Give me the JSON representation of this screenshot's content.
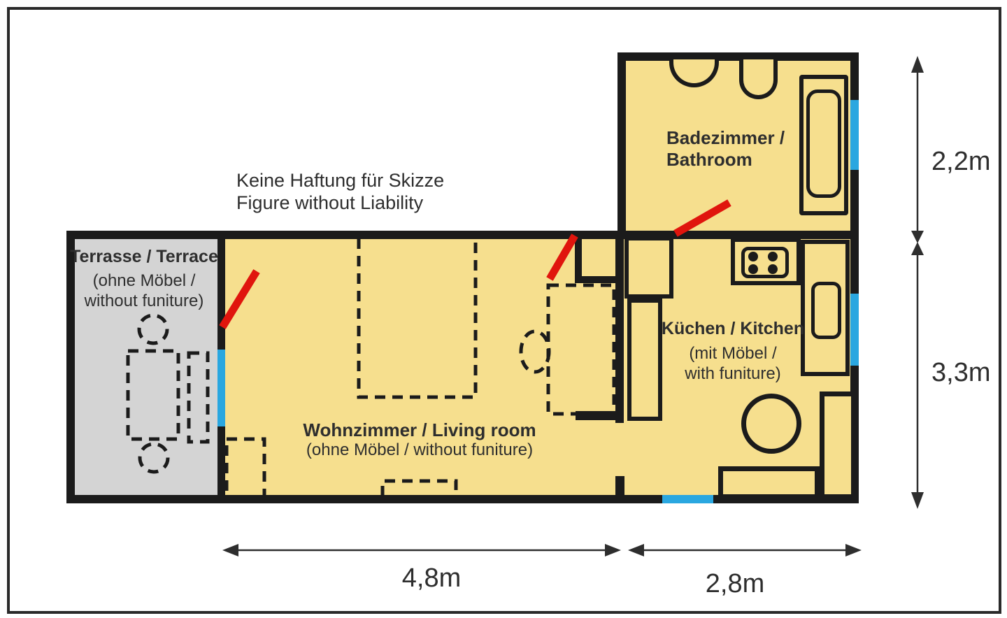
{
  "title": "Apartment floor plan sketch",
  "disclaimer": {
    "line1": "Keine Haftung für Skizze",
    "line2": "Figure without Liability"
  },
  "rooms": {
    "terrace": {
      "title": "Terrasse / Terrace",
      "subtitle1": "(ohne Möbel /",
      "subtitle2": "without funiture)"
    },
    "bathroom": {
      "title_line1": "Badezimmer /",
      "title_line2": "Bathroom"
    },
    "kitchen": {
      "title": "Küchen / Kitchen",
      "subtitle1": "(mit Möbel /",
      "subtitle2": "with funiture)"
    },
    "living_room": {
      "title": "Wohnzimmer / Living room",
      "subtitle": "(ohne Möbel / without funiture)"
    }
  },
  "dimensions": {
    "right_top": "2,2m",
    "right_bottom": "3,3m",
    "bottom_left": "4,8m",
    "bottom_right": "2,8m"
  },
  "icons": {
    "door_swing": "red diagonal door line",
    "window": "blue wall segment",
    "dashed_furniture": "furniture not included"
  },
  "colors": {
    "bg": "#ffffff",
    "frame": "#2a2a2a",
    "wall": "#1b1b1b",
    "yellow": "#f6df8e",
    "terrace_gray": "#d4d4d4",
    "window_blue": "#2aa7e0",
    "door_red": "#e0150d",
    "text": "#2e2e2e"
  }
}
